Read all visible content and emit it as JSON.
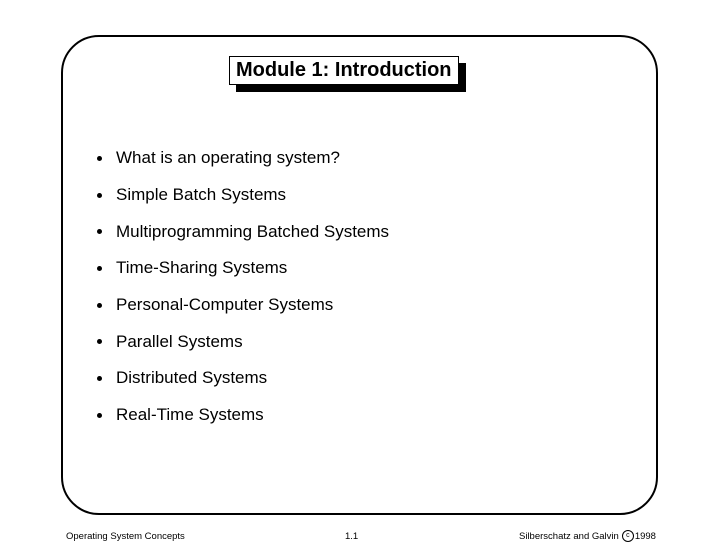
{
  "slide": {
    "title": "Module 1: Introduction",
    "bullets": [
      "What is an operating system?",
      "Simple Batch Systems",
      "Multiprogramming Batched Systems",
      "Time-Sharing Systems",
      "Personal-Computer Systems",
      "Parallel Systems",
      "Distributed Systems",
      "Real-Time Systems"
    ]
  },
  "footer": {
    "left": "Operating System Concepts",
    "center": "1.1",
    "right_authors": "Silberschatz and Galvin",
    "copyright_symbol": "c",
    "right_year": "1998"
  }
}
